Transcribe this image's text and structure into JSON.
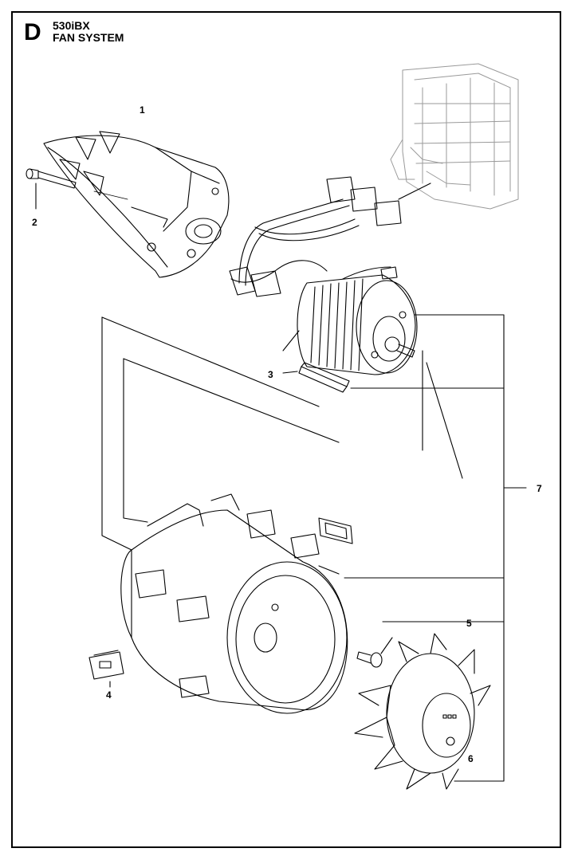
{
  "header": {
    "section": "D",
    "model": "530iBX",
    "title": "FAN SYSTEM"
  },
  "callouts": [
    {
      "id": "callout-1",
      "label": "1"
    },
    {
      "id": "callout-2",
      "label": "2"
    },
    {
      "id": "callout-3",
      "label": "3"
    },
    {
      "id": "callout-4",
      "label": "4"
    },
    {
      "id": "callout-5",
      "label": "5"
    },
    {
      "id": "callout-6",
      "label": "6"
    },
    {
      "id": "callout-7",
      "label": "7"
    }
  ]
}
